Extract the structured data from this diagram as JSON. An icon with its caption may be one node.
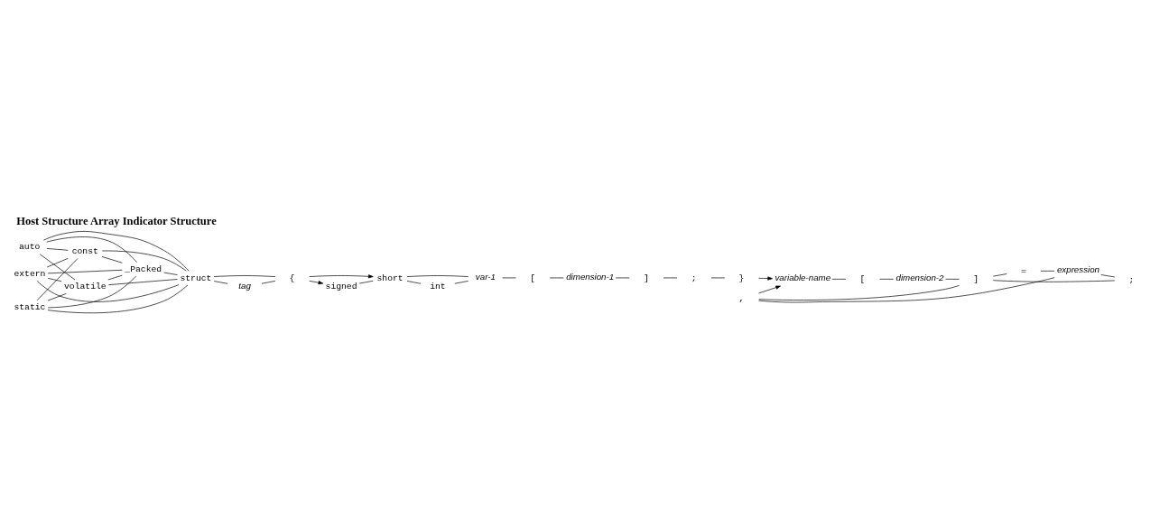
{
  "diagram": {
    "title": "Host Structure Array Indicator Structure",
    "nodes": [
      {
        "text": [
          "auto"
        ]
      },
      {
        "text": [
          "extern"
        ]
      },
      {
        "text": [
          "static"
        ]
      },
      {
        "text": [
          "const"
        ]
      },
      {
        "text": [
          "volatile"
        ]
      },
      {
        "text": [
          "_Packed"
        ]
      },
      {
        "text": [
          "struct"
        ]
      },
      {
        "text": [
          "tag"
        ]
      },
      {
        "text": [
          "{"
        ]
      },
      {
        "text": [
          "signed"
        ]
      },
      {
        "text": [
          "short"
        ]
      },
      {
        "text": [
          "int"
        ]
      },
      {
        "text": [
          "var-1"
        ]
      },
      {
        "text": [
          "["
        ]
      },
      {
        "text": [
          "dimension-1"
        ]
      },
      {
        "text": [
          "]"
        ]
      },
      {
        "text": [
          ";"
        ]
      },
      {
        "text": [
          "}"
        ]
      },
      {
        "text": [
          ","
        ]
      },
      {
        "text": [
          "variable-name"
        ]
      },
      {
        "text": [
          "["
        ]
      },
      {
        "text": [
          "dimension-2"
        ]
      },
      {
        "text": [
          "]"
        ]
      },
      {
        "text": [
          "="
        ]
      },
      {
        "text": [
          "expression"
        ]
      },
      {
        "text": [
          ";"
        ]
      }
    ],
    "edges": [
      {
        "from": 0,
        "to": 3,
        "arrow": "none"
      },
      {
        "from": 0,
        "to": 4,
        "arrow": "none"
      },
      {
        "from": 0,
        "to": 5,
        "arrow": "none"
      },
      {
        "from": 0,
        "to": 6,
        "arrow": "none"
      },
      {
        "from": 1,
        "to": 3,
        "arrow": "none"
      },
      {
        "from": 1,
        "to": 4,
        "arrow": "none"
      },
      {
        "from": 1,
        "to": 5,
        "arrow": "none"
      },
      {
        "from": 1,
        "to": 6,
        "arrow": "none"
      },
      {
        "from": 2,
        "to": 3,
        "arrow": "none"
      },
      {
        "from": 2,
        "to": 4,
        "arrow": "none"
      },
      {
        "from": 2,
        "to": 5,
        "arrow": "none"
      },
      {
        "from": 2,
        "to": 6,
        "arrow": "none"
      },
      {
        "from": 3,
        "to": 5,
        "arrow": "none"
      },
      {
        "from": 3,
        "to": 6,
        "arrow": "none"
      },
      {
        "from": 4,
        "to": 5,
        "arrow": "none"
      },
      {
        "from": 4,
        "to": 6,
        "arrow": "none"
      },
      {
        "from": 5,
        "to": 6,
        "arrow": "none"
      },
      {
        "from": 6,
        "to": 7,
        "arrow": "none"
      },
      {
        "from": 6,
        "to": 8,
        "arrow": "none"
      },
      {
        "from": 7,
        "to": 8,
        "arrow": "none"
      },
      {
        "from": 8,
        "to": 9,
        "arrow": "to"
      },
      {
        "from": 8,
        "to": 10,
        "arrow": "to"
      },
      {
        "from": 9,
        "to": 10,
        "arrow": "none"
      },
      {
        "from": 10,
        "to": 11,
        "arrow": "none"
      },
      {
        "from": 10,
        "to": 12,
        "arrow": "none"
      },
      {
        "from": 11,
        "to": 12,
        "arrow": "none"
      },
      {
        "from": 12,
        "to": 13,
        "arrow": "none"
      },
      {
        "from": 13,
        "to": 14,
        "arrow": "none"
      },
      {
        "from": 14,
        "to": 15,
        "arrow": "none"
      },
      {
        "from": 15,
        "to": 16,
        "arrow": "none"
      },
      {
        "from": 16,
        "to": 17,
        "arrow": "none"
      },
      {
        "from": 17,
        "to": 19,
        "arrow": "to"
      },
      {
        "from": 19,
        "to": 20,
        "arrow": "none"
      },
      {
        "from": 20,
        "to": 21,
        "arrow": "none"
      },
      {
        "from": 21,
        "to": 22,
        "arrow": "none"
      },
      {
        "from": 22,
        "to": 23,
        "arrow": "none"
      },
      {
        "from": 22,
        "to": 25,
        "arrow": "none"
      },
      {
        "from": 23,
        "to": 24,
        "arrow": "none"
      },
      {
        "from": 24,
        "to": 25,
        "arrow": "none"
      },
      {
        "from": 22,
        "to": 18,
        "arrow": "none"
      },
      {
        "from": 24,
        "to": 18,
        "arrow": "none"
      },
      {
        "from": 18,
        "to": 19,
        "arrow": "to"
      }
    ]
  }
}
